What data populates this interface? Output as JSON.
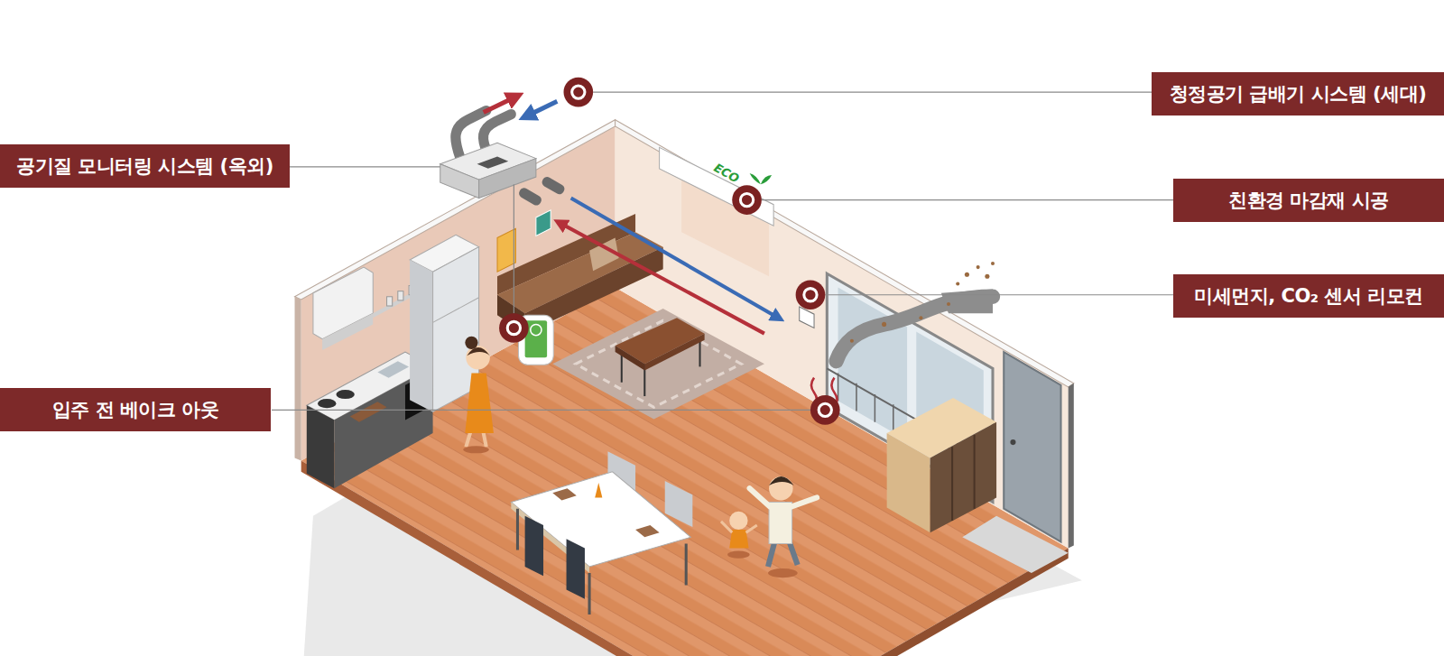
{
  "diagram": {
    "nodes": [
      {
        "text": [
          "청정공기 급배기 시스템 (세대)"
        ]
      },
      {
        "text": [
          "공기질 모니터링 시스템 (옥외)"
        ]
      },
      {
        "text": [
          "친환경 마감재 시공"
        ]
      },
      {
        "text": [
          "미세먼지, CO₂ 센서 리모컨"
        ]
      },
      {
        "text": [
          "입주 전 베이크 아웃"
        ]
      }
    ],
    "labels": [
      "ECO"
    ]
  }
}
